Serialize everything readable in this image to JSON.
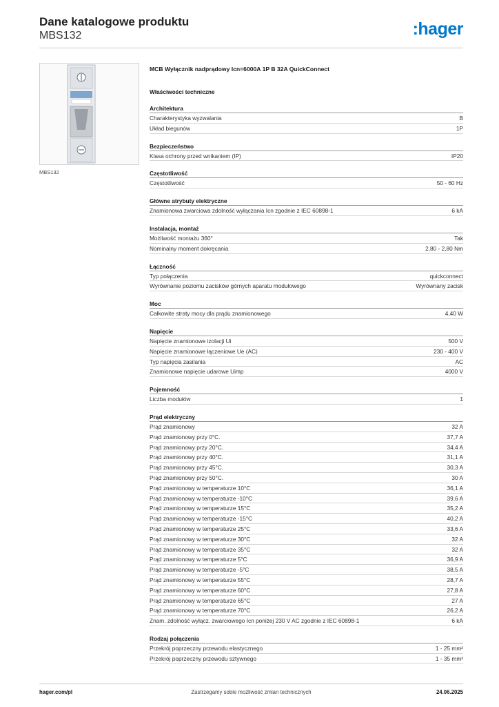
{
  "header": {
    "title": "Dane katalogowe produktu",
    "code": "MBS132",
    "logo_text": "hager",
    "logo_color": "#0077c8"
  },
  "product": {
    "image_caption": "MBS132",
    "name": "MCB Wyłącznik nadprądowy Icn=6000A 1P B 32A QuickConnect"
  },
  "section_title": "Właściwości techniczne",
  "groups": [
    {
      "title": "Architektura",
      "rows": [
        {
          "label": "Charakterystyka wyzwalania",
          "value": "B"
        },
        {
          "label": "Układ biegunów",
          "value": "1P"
        }
      ]
    },
    {
      "title": "Bezpieczeństwo",
      "rows": [
        {
          "label": "Klasa ochrony przed wnikaniem (IP)",
          "value": "IP20"
        }
      ]
    },
    {
      "title": "Częstotliwość",
      "rows": [
        {
          "label": "Częstotliwość",
          "value": "50 - 60 Hz"
        }
      ]
    },
    {
      "title": "Główne atrybuty elektryczne",
      "rows": [
        {
          "label": "Znamionowa zwarciowa zdolność wyłączania Icn zgodnie z IEC 60898-1",
          "value": "6 kA"
        }
      ]
    },
    {
      "title": "Instalacja, montaż",
      "rows": [
        {
          "label": "Możliwość montażu 360°",
          "value": "Tak"
        },
        {
          "label": "Nominalny moment dokręcania",
          "value": "2,80 - 2,80 Nm"
        }
      ]
    },
    {
      "title": "Łączność",
      "rows": [
        {
          "label": "Typ połączenia",
          "value": "quickconnect"
        },
        {
          "label": "Wyrównanie poziomu zacisków górnych aparatu modułowego",
          "value": "Wyrównany zacisk"
        }
      ]
    },
    {
      "title": "Moc",
      "rows": [
        {
          "label": "Całkowite straty mocy dla prądu znamionowego",
          "value": "4,40 W"
        }
      ]
    },
    {
      "title": "Napięcie",
      "rows": [
        {
          "label": "Napięcie znamionowe izolacji Ui",
          "value": "500 V"
        },
        {
          "label": "Napięcie znamionowe łączeniowe Ue (AC)",
          "value": "230 - 400 V"
        },
        {
          "label": "Typ napięcia zasilania",
          "value": "AC"
        },
        {
          "label": "Znamionowe napięcie udarowe Uimp",
          "value": "4000 V"
        }
      ]
    },
    {
      "title": "Pojemność",
      "rows": [
        {
          "label": "Liczba modułów",
          "value": "1"
        }
      ]
    },
    {
      "title": "Prąd elektryczny",
      "rows": [
        {
          "label": "Prąd znamionowy",
          "value": "32 A"
        },
        {
          "label": "Prąd znamionowy przy 0°C.",
          "value": "37,7 A"
        },
        {
          "label": "Prąd znamionowy przy 20°C.",
          "value": "34,4 A"
        },
        {
          "label": "Prąd znamionowy przy 40°C.",
          "value": "31,1 A"
        },
        {
          "label": "Prąd znamionowy przy 45°C.",
          "value": "30,3 A"
        },
        {
          "label": "Prąd znamionowy przy 50°C.",
          "value": "30 A"
        },
        {
          "label": "Prąd znamionowy w temperaturze 10°C",
          "value": "36,1 A"
        },
        {
          "label": "Prąd znamionowy w temperaturze -10°C",
          "value": "39,6 A"
        },
        {
          "label": "Prąd znamionowy w temperaturze 15°C",
          "value": "35,2 A"
        },
        {
          "label": "Prąd znamionowy w temperaturze -15°C",
          "value": "40,2 A"
        },
        {
          "label": "Prąd znamionowy w temperaturze 25°C",
          "value": "33,6 A"
        },
        {
          "label": "Prąd znamionowy w temperaturze 30°C",
          "value": "32 A"
        },
        {
          "label": "Prąd znamionowy w temperaturze 35°C",
          "value": "32 A"
        },
        {
          "label": "Prąd znamionowy w temperaturze 5°C",
          "value": "36,9 A"
        },
        {
          "label": "Prąd znamionowy w temperaturze -5°C",
          "value": "38,5 A"
        },
        {
          "label": "Prąd znamionowy w temperaturze 55°C",
          "value": "28,7 A"
        },
        {
          "label": "Prąd znamionowy w temperaturze 60°C",
          "value": "27,8 A"
        },
        {
          "label": "Prąd znamionowy w temperaturze 65°C",
          "value": "27 A"
        },
        {
          "label": "Prąd znamionowy w temperaturze 70°C",
          "value": "26,2 A"
        },
        {
          "label": "Znam. zdolność wyłącz. zwarciowego Icn poniżej 230 V AC zgodnie z IEC 60898-1",
          "value": "6 kA"
        }
      ]
    },
    {
      "title": "Rodzaj połączenia",
      "rows": [
        {
          "label": "Przekrój poprzeczny przewodu elastycznego",
          "value": "1 - 25 mm²"
        },
        {
          "label": "Przekrój poprzeczny przewodu sztywnego",
          "value": "1 - 35 mm²"
        }
      ]
    }
  ],
  "footer": {
    "website": "hager.com/pl",
    "disclaimer": "Zastrzegamy sobie możliwość zmian technicznych",
    "date": "24.06.2025"
  }
}
